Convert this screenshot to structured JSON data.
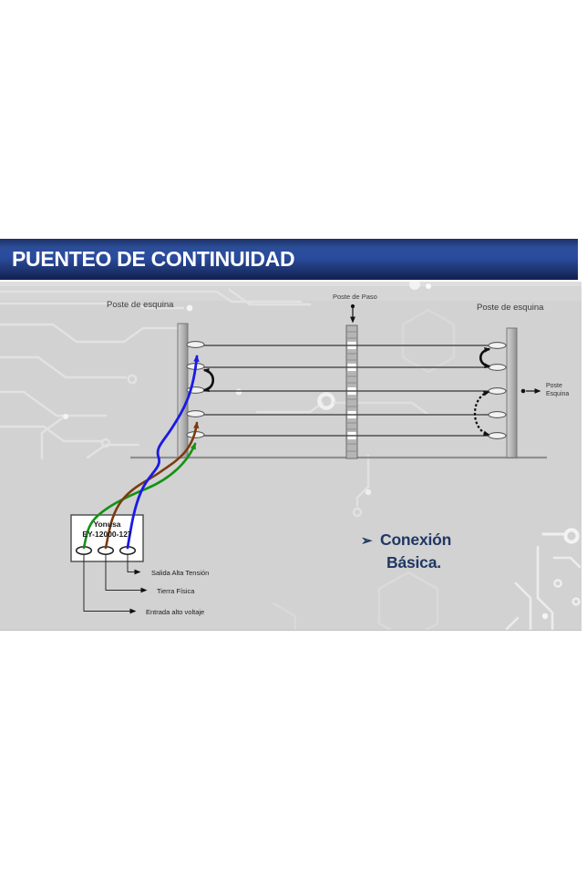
{
  "title_bar": {
    "title": "PUENTEO DE CONTINUIDAD"
  },
  "diagram": {
    "labels": {
      "left_post": "Poste de esquina",
      "middle_post": "Poste de Paso",
      "right_post": "Poste de esquina",
      "side_note_line1": "Poste",
      "side_note_line2": "Esquina"
    },
    "energizer": {
      "brand": "Yonusa",
      "model": "EY-12000-127"
    },
    "callouts": [
      {
        "label": "Salida Alta Tensión"
      },
      {
        "label": "Tierra Física"
      },
      {
        "label": "Entrada alto voltaje"
      }
    ],
    "bullet": {
      "glyph": "➢",
      "line1": "Conexión",
      "line2": "Básica."
    },
    "colors": {
      "title_bg": "#24469a",
      "accent_text": "#1f3864",
      "blue_wire": "#1b1ae6",
      "brown_wire": "#7a3c10",
      "green_wire": "#159114",
      "jumper": "#0d0d0d",
      "slide_bg": "#d2d2d2"
    }
  }
}
